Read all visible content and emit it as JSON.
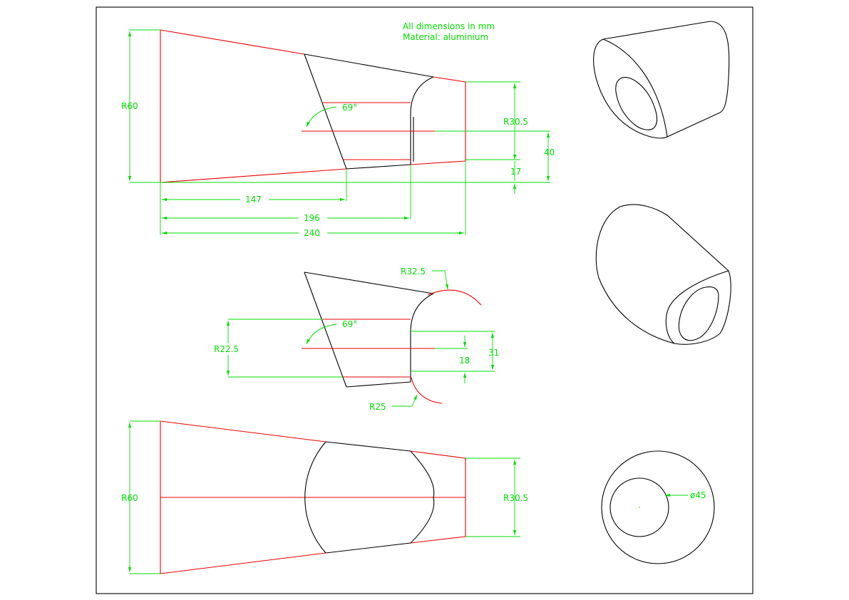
{
  "colors": {
    "outline": "#000000",
    "centerline": "#ee0000",
    "dimension": "#00dd00",
    "background": "#ffffff"
  },
  "notes": {
    "units": "All dimensions in mm",
    "material": "Material: aluminium"
  },
  "front_view": {
    "radius_large": "R60",
    "radius_small": "R30.5",
    "angle": "69°",
    "height_40": "40",
    "height_17": "17",
    "length_147": "147",
    "length_196": "196",
    "length_240": "240"
  },
  "section_view": {
    "radius_325": "R32.5",
    "radius_225": "R22.5",
    "radius_25": "R25",
    "angle": "69°",
    "height_31": "31",
    "height_18": "18"
  },
  "top_view": {
    "radius_large": "R60",
    "radius_small": "R30.5"
  },
  "end_view": {
    "diameter": "ø45"
  }
}
